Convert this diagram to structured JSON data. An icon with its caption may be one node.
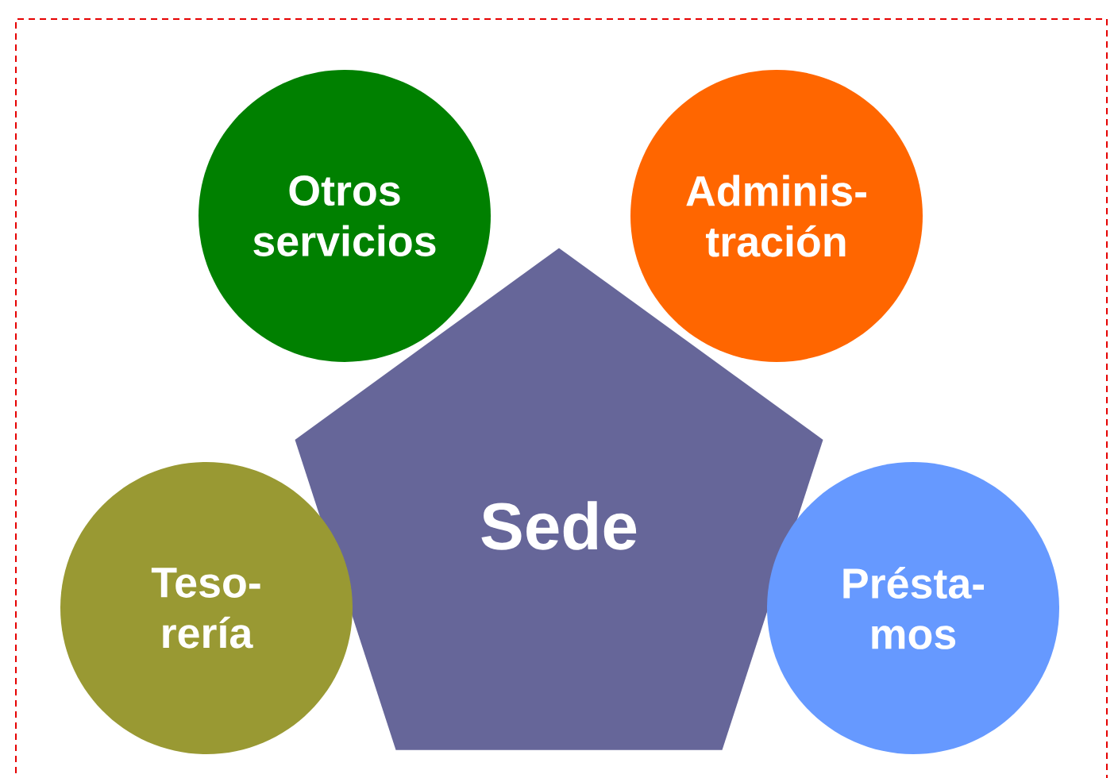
{
  "diagram": {
    "nodes": [
      {
        "text": [
          "Otros servicios"
        ]
      },
      {
        "text": [
          "Adminis- tración"
        ]
      },
      {
        "text": [
          "Sede"
        ]
      },
      {
        "text": [
          "Teso- rería"
        ]
      },
      {
        "text": [
          "Présta- mos"
        ]
      }
    ]
  }
}
